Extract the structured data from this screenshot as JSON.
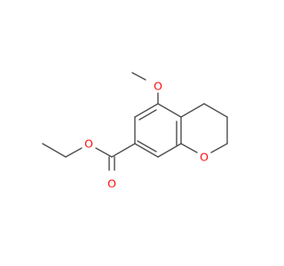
{
  "molecule": {
    "atoms": [
      {
        "label": "O"
      },
      {
        "label": "O"
      },
      {
        "label": "O"
      },
      {
        "label": "O"
      }
    ],
    "colors": {
      "bond": "#4d4d4d",
      "oxygen": "#ff0d0d",
      "background": "#ffffff"
    }
  }
}
